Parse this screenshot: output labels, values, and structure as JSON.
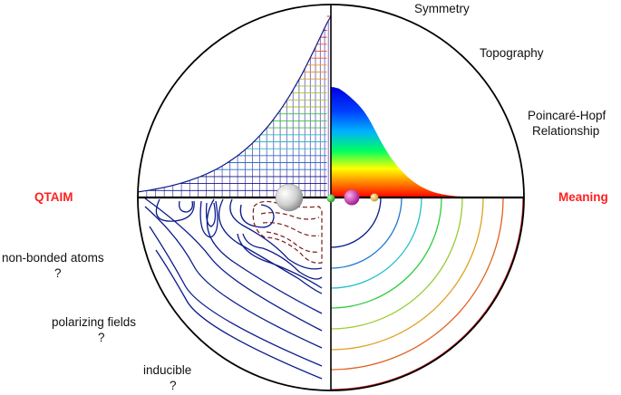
{
  "labels": {
    "symmetry": "Symmetry",
    "topography": "Topography",
    "poincare_line1": "Poincaré-Hopf",
    "poincare_line2": "Relationship",
    "qtaim": "QTAIM",
    "meaning": "Meaning",
    "non_bonded": "non-bonded atoms",
    "polarizing": "polarizing fields",
    "inducible": "inducible",
    "question_mark": "?"
  },
  "colors": {
    "accent_red": "#ff2020",
    "contour_navy": "#0a1a8c",
    "negative_contour": "#7a1a1a",
    "atom_large": "#d0d0d0",
    "atom_green": "#22cc22",
    "atom_magenta": "#cc1fb0",
    "atom_yellow": "#e6c84a",
    "surface_gradient": [
      "#0000e0",
      "#00b0ff",
      "#00ff60",
      "#ffff00",
      "#ff8000",
      "#ff0000"
    ],
    "contour_rainbow": [
      "#0a1a8c",
      "#1e78d0",
      "#22c0c8",
      "#2ecc40",
      "#99cc33",
      "#e0a020",
      "#e06020",
      "#d02020"
    ]
  },
  "icons": {
    "atom_large": "sphere-icon",
    "atom_small": "sphere-icon"
  }
}
